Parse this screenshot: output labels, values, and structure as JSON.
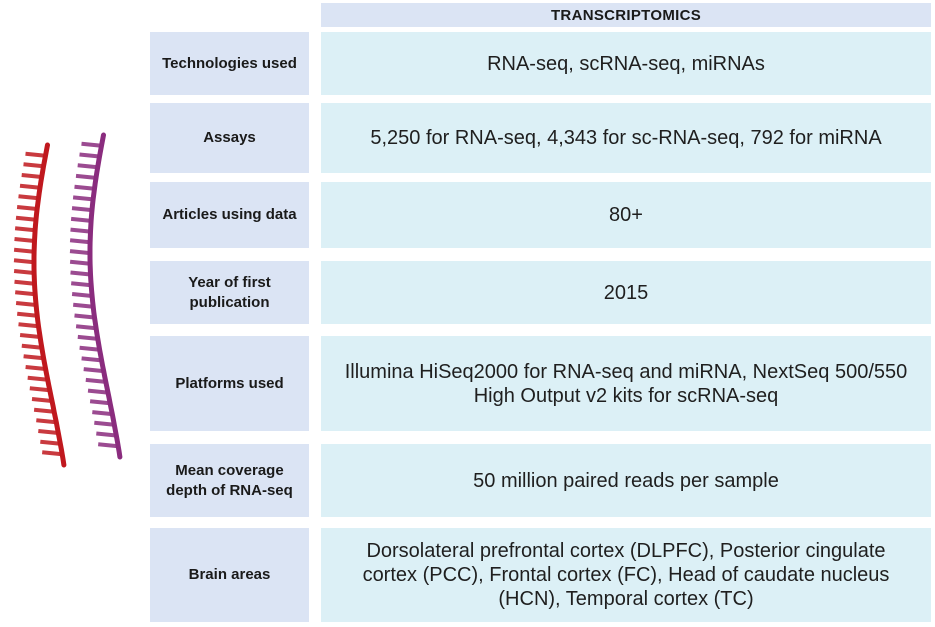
{
  "table": {
    "header": "TRANSCRIPTOMICS",
    "rows": [
      {
        "label": "Technologies used",
        "value": "RNA-seq, scRNA-seq, miRNAs"
      },
      {
        "label": "Assays",
        "value": "5,250 for RNA-seq, 4,343 for sc-RNA-seq, 792 for miRNA"
      },
      {
        "label": "Articles using data",
        "value": "80+"
      },
      {
        "label": "Year of first publication",
        "value": "2015"
      },
      {
        "label": "Platforms used",
        "value": "Illumina HiSeq2000 for RNA-seq and miRNA, NextSeq 500/550 High Output v2 kits for scRNA-seq"
      },
      {
        "label": "Mean coverage depth of RNA-seq",
        "value": "50 million paired reads per sample"
      },
      {
        "label": "Brain areas",
        "value": "Dorsolateral prefrontal cortex (DLPFC), Posterior cingulate cortex (PCC), Frontal cortex (FC), Head of caudate nucleus (HCN), Temporal cortex (TC)"
      }
    ]
  },
  "illustration": {
    "icon": "rna-strands-icon",
    "colors": {
      "strand_red": "#c0181e",
      "strand_purple": "#8a2c7e"
    }
  }
}
